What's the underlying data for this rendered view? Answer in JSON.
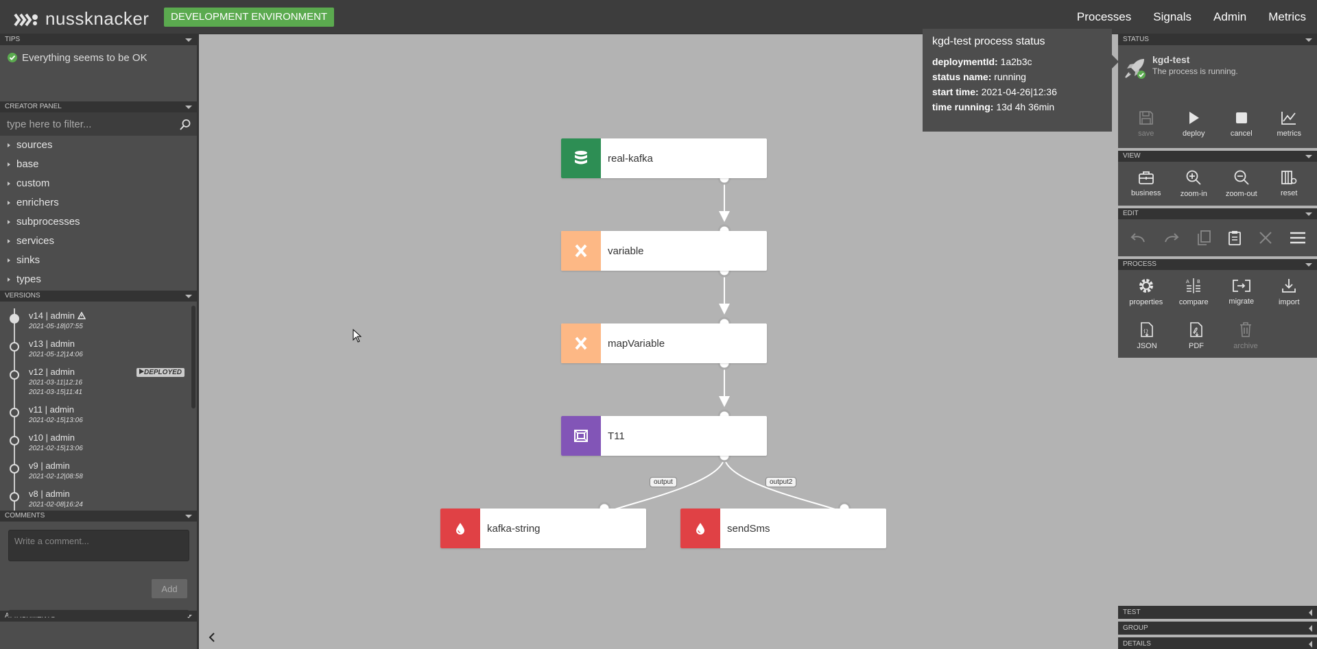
{
  "app": {
    "logo_text": "nussknacker",
    "env_badge": "DEVELOPMENT ENVIRONMENT"
  },
  "nav": {
    "items": [
      "Processes",
      "Signals",
      "Admin",
      "Metrics"
    ]
  },
  "left_panel": {
    "tips": {
      "header": "TIPS",
      "message": "Everything seems to be OK"
    },
    "creator": {
      "header": "CREATOR PANEL",
      "filter_placeholder": "type here to filter...",
      "categories": [
        "sources",
        "base",
        "custom",
        "enrichers",
        "subprocesses",
        "services",
        "sinks",
        "types"
      ]
    },
    "versions": {
      "header": "VERSIONS",
      "deployed_badge": "DEPLOYED",
      "items": [
        {
          "label": "v14 | admin",
          "dates": [
            "2021-05-18|07:55"
          ]
        },
        {
          "label": "v13 | admin",
          "dates": [
            "2021-05-12|14:06"
          ]
        },
        {
          "label": "v12 | admin",
          "dates": [
            "2021-03-11|12:16",
            "2021-03-15|11:41"
          ]
        },
        {
          "label": "v11 | admin",
          "dates": [
            "2021-02-15|13:06"
          ]
        },
        {
          "label": "v10 | admin",
          "dates": [
            "2021-02-15|13:06"
          ]
        },
        {
          "label": "v9 | admin",
          "dates": [
            "2021-02-12|08:58"
          ]
        },
        {
          "label": "v8 | admin",
          "dates": [
            "2021-02-08|16:24"
          ]
        }
      ]
    },
    "comments": {
      "header": "COMMENTS",
      "placeholder": "Write a comment...",
      "add_label": "Add"
    },
    "attachments": {
      "header": "ATTACHMENTS"
    }
  },
  "graph": {
    "nodes": [
      {
        "label": "real-kafka",
        "color": "#2d8e54",
        "icon": "database-icon"
      },
      {
        "label": "variable",
        "color": "#fdb885",
        "icon": "variable-x-icon"
      },
      {
        "label": "mapVariable",
        "color": "#fdb885",
        "icon": "variable-x-icon"
      },
      {
        "label": "T11",
        "color": "#8255b7",
        "icon": "custom-node-icon"
      },
      {
        "label": "kafka-string",
        "color": "#e04145",
        "icon": "sink-drop-icon"
      },
      {
        "label": "sendSms",
        "color": "#e04145",
        "icon": "sink-drop-icon"
      }
    ],
    "edge_labels": [
      "output",
      "output2"
    ]
  },
  "tooltip": {
    "title": "kgd-test process status",
    "rows": [
      {
        "key": "deploymentId:",
        "value": "1a2b3c"
      },
      {
        "key": "status name:",
        "value": "running"
      },
      {
        "key": "start time:",
        "value": "2021-04-26|12:36"
      },
      {
        "key": "time running:",
        "value": "13d 4h 36min"
      }
    ]
  },
  "right_panel": {
    "status": {
      "header": "STATUS",
      "process_name": "kgd-test",
      "message": "The process is running.",
      "buttons": [
        "save",
        "deploy",
        "cancel",
        "metrics"
      ]
    },
    "view": {
      "header": "VIEW",
      "buttons": [
        "business",
        "zoom-in",
        "zoom-out",
        "reset"
      ]
    },
    "edit": {
      "header": "EDIT"
    },
    "process": {
      "header": "PROCESS",
      "buttons": [
        "properties",
        "compare",
        "migrate",
        "import",
        "JSON",
        "PDF",
        "archive"
      ]
    },
    "bottom_tabs": [
      "TEST",
      "GROUP",
      "DETAILS"
    ]
  },
  "colors": {
    "accent_green": "#5baa4f",
    "panel_bg": "#4d4d4d",
    "canvas_bg": "#b3b3b3"
  }
}
